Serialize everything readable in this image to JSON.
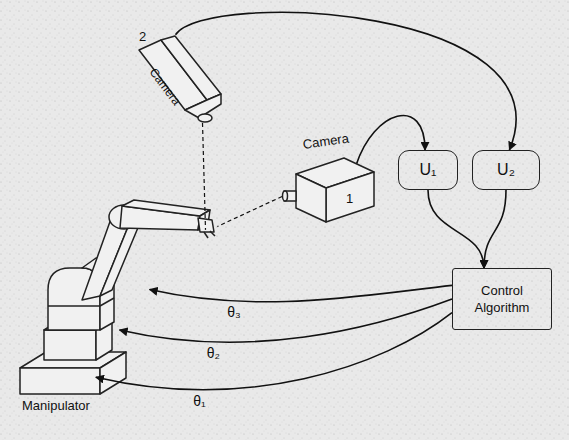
{
  "diagram": {
    "nodes": [
      {
        "text": [
          "2",
          "Camera"
        ]
      },
      {
        "text": [
          "Camera",
          "1"
        ]
      },
      {
        "text": [
          "U₁"
        ]
      },
      {
        "text": [
          "U₂"
        ]
      },
      {
        "text": [
          "Control Algorithm"
        ]
      },
      {
        "text": [
          "Manipulator"
        ]
      }
    ],
    "edges": [
      {
        "from": 1,
        "to": 2,
        "arrow": "to"
      },
      {
        "from": 0,
        "to": 3,
        "arrow": "to"
      },
      {
        "from": 2,
        "to": 4,
        "arrow": "to"
      },
      {
        "from": 3,
        "to": 4,
        "arrow": "to"
      },
      {
        "from": 4,
        "to": 5,
        "label": "θ₃",
        "arrow": "to"
      },
      {
        "from": 4,
        "to": 5,
        "label": "θ₂",
        "arrow": "to"
      },
      {
        "from": 4,
        "to": 5,
        "label": "θ₁",
        "arrow": "to"
      },
      {
        "from": 0,
        "to": 5,
        "arrow": "none"
      },
      {
        "from": 1,
        "to": 5,
        "arrow": "none"
      }
    ]
  }
}
